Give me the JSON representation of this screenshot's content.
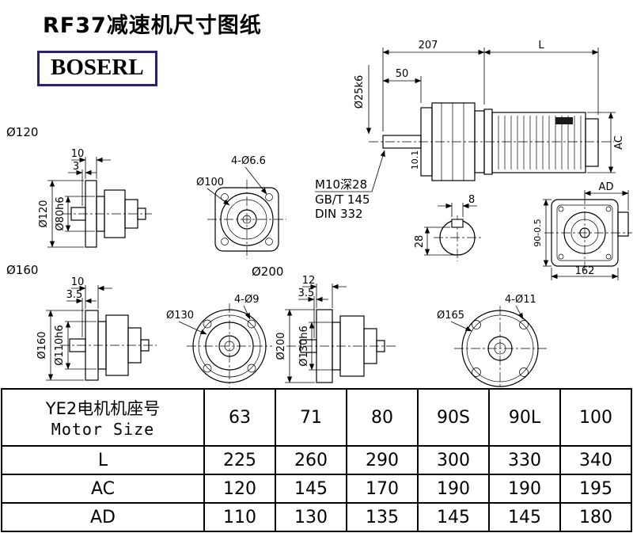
{
  "page": {
    "title": "RF37减速机尺寸图纸",
    "logo_text": "BOSERL",
    "logo_border_color": "#2a2172",
    "line_color": "#000000",
    "background": "#ffffff"
  },
  "main_view": {
    "dim_207": "207",
    "dim_L": "L",
    "dim_50": "50",
    "shaft_diameter": "Ø25k6",
    "dim_10_1": "10.1",
    "note_tap": "M10深28",
    "note_gb": "GB/T 145",
    "note_din": "DIN 332",
    "dim_AC": "AC"
  },
  "shaft_section": {
    "key_width": "8",
    "depth": "28"
  },
  "side_view": {
    "dim_AD": "AD",
    "height_tol": "90-0.5",
    "width": "162"
  },
  "flange_120": {
    "label": "Ø120",
    "thickness": "10",
    "step": "3",
    "outer": "Ø120",
    "spigot": "Ø80h6"
  },
  "square_flange": {
    "circle": "Ø100",
    "bolt_holes": "4-Ø6.6"
  },
  "flange_160": {
    "label": "Ø160",
    "thickness": "10",
    "step": "3.5",
    "outer": "Ø160",
    "spigot": "Ø110h6"
  },
  "flange_200": {
    "label": "Ø200",
    "front_circle": "Ø130",
    "front_holes": "4-Ø9",
    "thickness": "12",
    "step": "3.5",
    "outer": "Ø200",
    "spigot": "Ø130h6"
  },
  "flange_165": {
    "circle": "Ø165",
    "holes": "4-Ø11"
  },
  "table": {
    "header": {
      "title_cn": "YE2电机机座号",
      "title_en": "Motor Size",
      "sizes": [
        "63",
        "71",
        "80",
        "90S",
        "90L",
        "100"
      ]
    },
    "rows": [
      {
        "label": "L",
        "values": [
          "225",
          "260",
          "290",
          "300",
          "330",
          "340"
        ]
      },
      {
        "label": "AC",
        "values": [
          "120",
          "145",
          "170",
          "190",
          "190",
          "195"
        ]
      },
      {
        "label": "AD",
        "values": [
          "110",
          "130",
          "135",
          "145",
          "145",
          "180"
        ]
      }
    ]
  }
}
